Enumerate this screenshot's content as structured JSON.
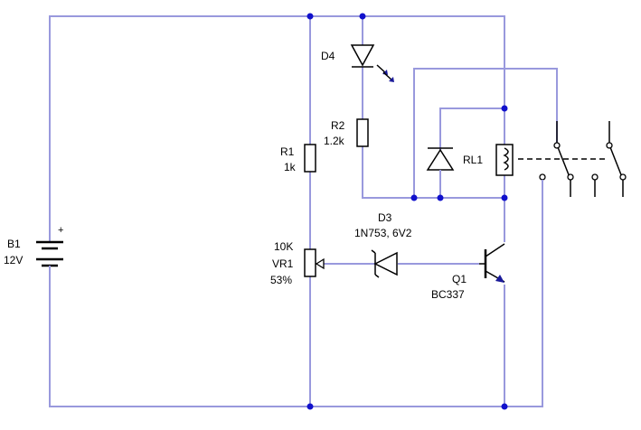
{
  "components": {
    "battery": {
      "ref": "B1",
      "value": "12V"
    },
    "led": {
      "ref": "D4"
    },
    "r1": {
      "ref": "R1",
      "value": "1k"
    },
    "r2": {
      "ref": "R2",
      "value": "1.2k"
    },
    "pot": {
      "ref": "VR1",
      "value": "10K",
      "setting": "53%"
    },
    "zener": {
      "ref": "D3",
      "value": "1N753, 6V2"
    },
    "transistor": {
      "ref": "Q1",
      "value": "BC337"
    },
    "relay": {
      "ref": "RL1"
    }
  },
  "colors": {
    "wire": "#9999dd",
    "junction": "#1111cc",
    "component": "#000000"
  }
}
